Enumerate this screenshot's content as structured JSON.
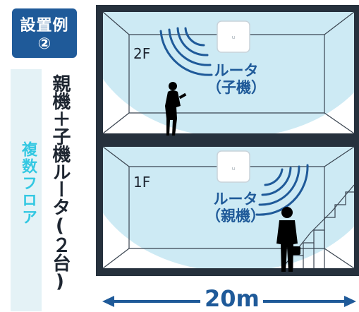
{
  "badge": {
    "line1": "設置例",
    "line2": "②"
  },
  "side_tag": {
    "text": "複数フロア"
  },
  "main_label": "親機＋子機ルータ(２台)",
  "floors": [
    {
      "name": "2F",
      "router_label_line1": "ルータ",
      "router_label_line2": "（子機）"
    },
    {
      "name": "1F",
      "router_label_line1": "ルータ",
      "router_label_line2": "（親機）"
    }
  ],
  "distance": "20m",
  "colors": {
    "accent": "#1f5a99",
    "frame": "#26313d",
    "coverage": "#cdeaf4",
    "side_text": "#33c8e2"
  }
}
